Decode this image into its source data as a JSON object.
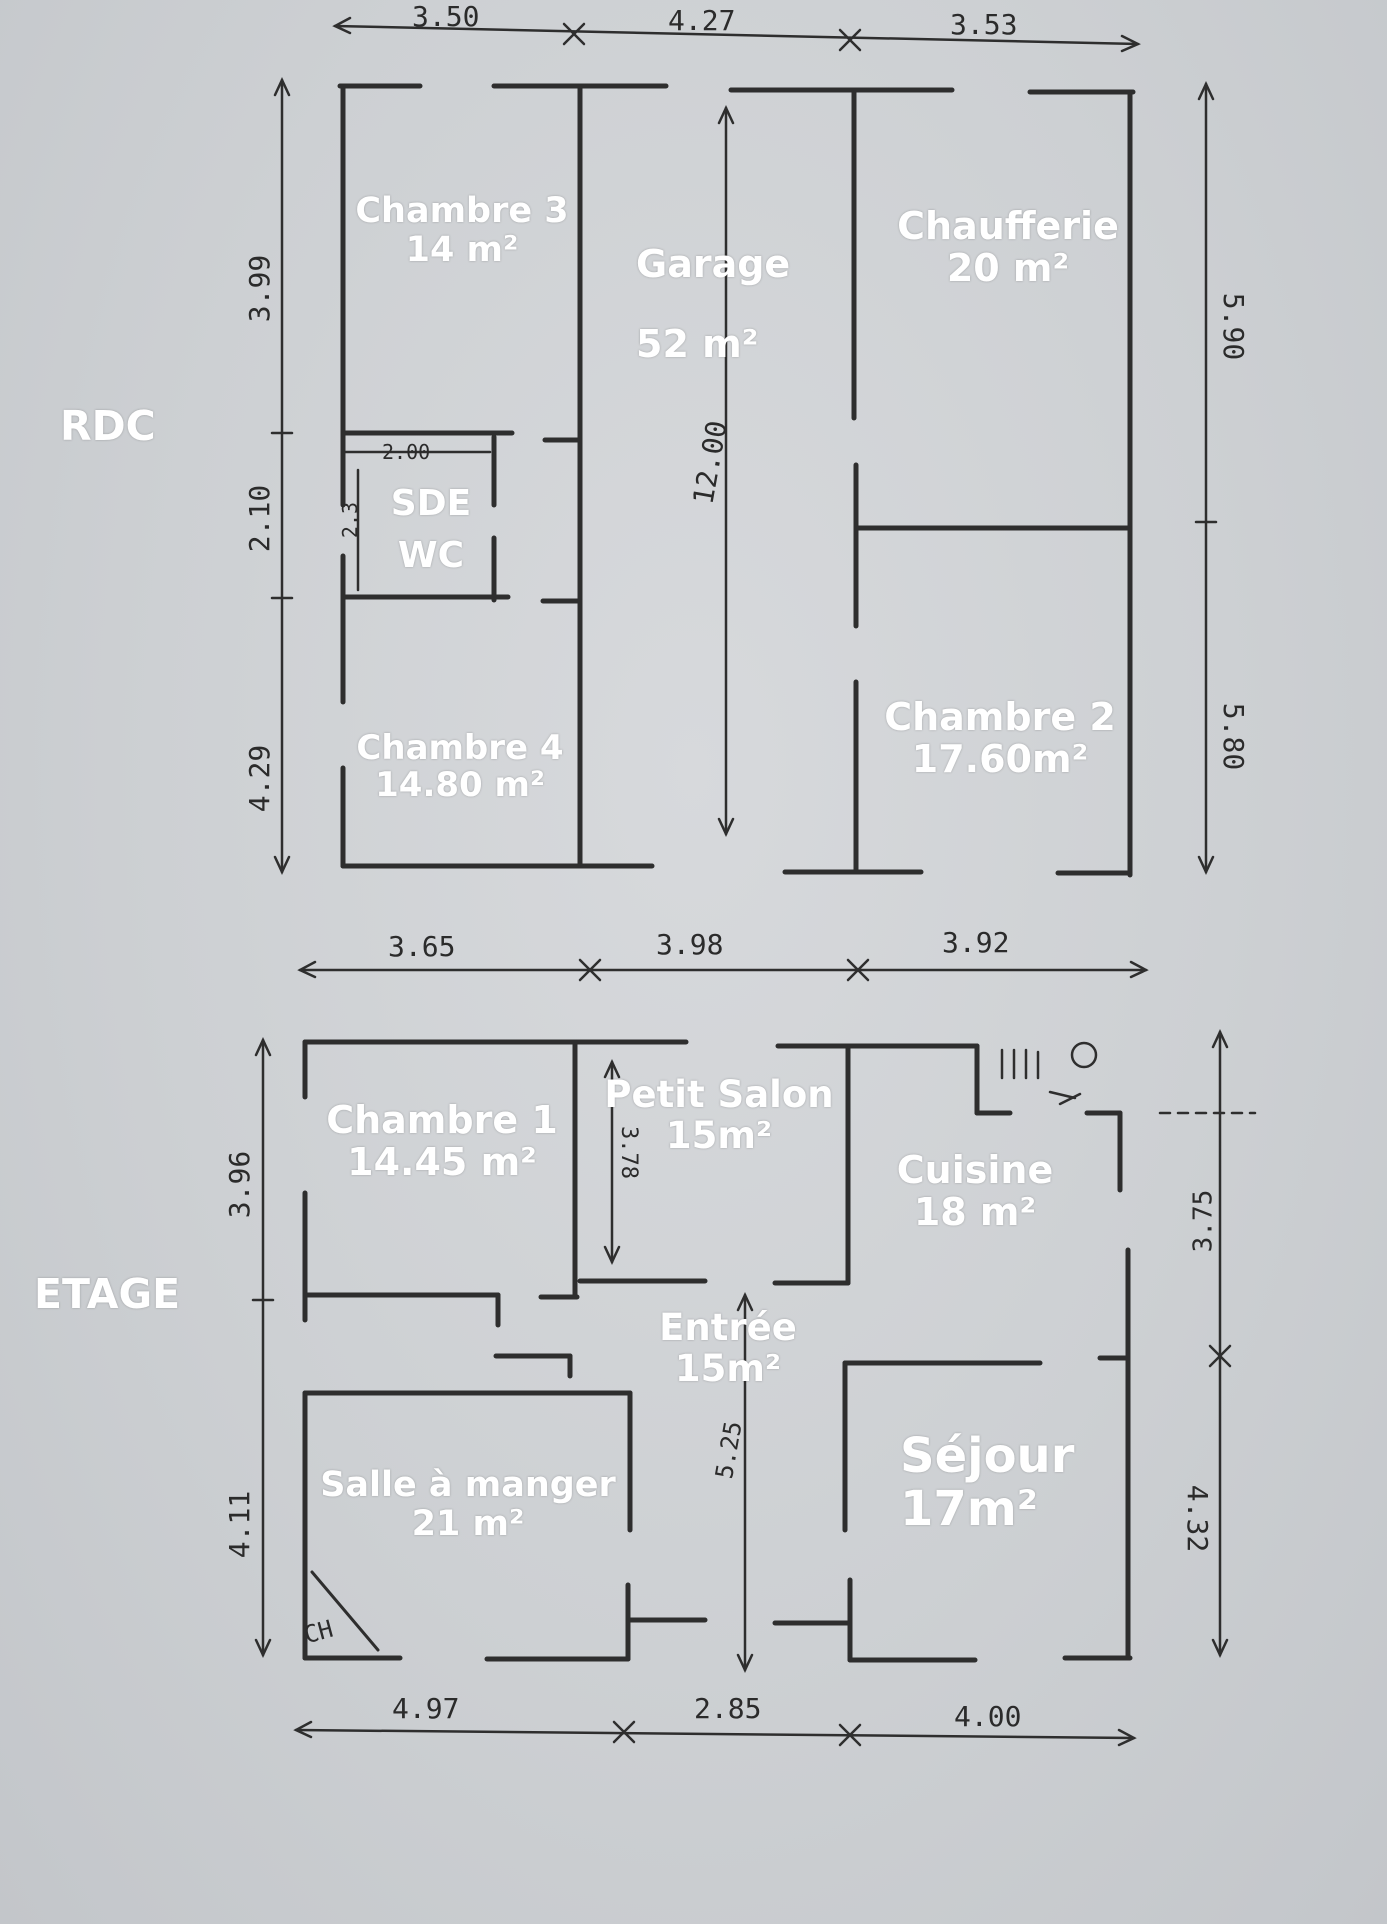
{
  "levels": {
    "ground": "RDC",
    "upper": "ETAGE"
  },
  "rooms": {
    "chambre3": {
      "name": "Chambre 3",
      "area": "14 m²"
    },
    "garage": {
      "name": "Garage",
      "area": "52 m²"
    },
    "chaufferie": {
      "name": "Chaufferie",
      "area": "20 m²"
    },
    "sde": {
      "name": "SDE",
      "sub": "WC"
    },
    "chambre4": {
      "name": "Chambre 4",
      "area": "14.80 m²"
    },
    "chambre2": {
      "name": "Chambre 2",
      "area": "17.60m²"
    },
    "chambre1": {
      "name": "Chambre 1",
      "area": "14.45 m²"
    },
    "petit_salon": {
      "name": "Petit Salon",
      "area": "15m²"
    },
    "cuisine": {
      "name": "Cuisine",
      "area": "18 m²"
    },
    "entree": {
      "name": "Entrée",
      "area": "15m²"
    },
    "salle_manger": {
      "name": "Salle à manger",
      "area": "21 m²"
    },
    "sejour": {
      "name": "Séjour",
      "area": "17m²"
    }
  },
  "dimensions": {
    "rdc_top": [
      "3.50",
      "4.27",
      "3.53"
    ],
    "rdc_left": [
      "3.99",
      "2.10",
      "4.29"
    ],
    "rdc_right": [
      "5.90",
      "5.80"
    ],
    "rdc_garage": "12.00",
    "rdc_sde_width": "2.00",
    "rdc_sde_height": "2.3",
    "etage_top": [
      "3.65",
      "3.98",
      "3.92"
    ],
    "etage_left": [
      "3.96",
      "4.11"
    ],
    "etage_right": [
      "3.75",
      "4.32"
    ],
    "etage_bottom": [
      "4.97",
      "2.85",
      "4.00"
    ],
    "etage_salon_height": "3.78",
    "etage_entree_height": "5.25",
    "chimney_mark": "CH"
  }
}
